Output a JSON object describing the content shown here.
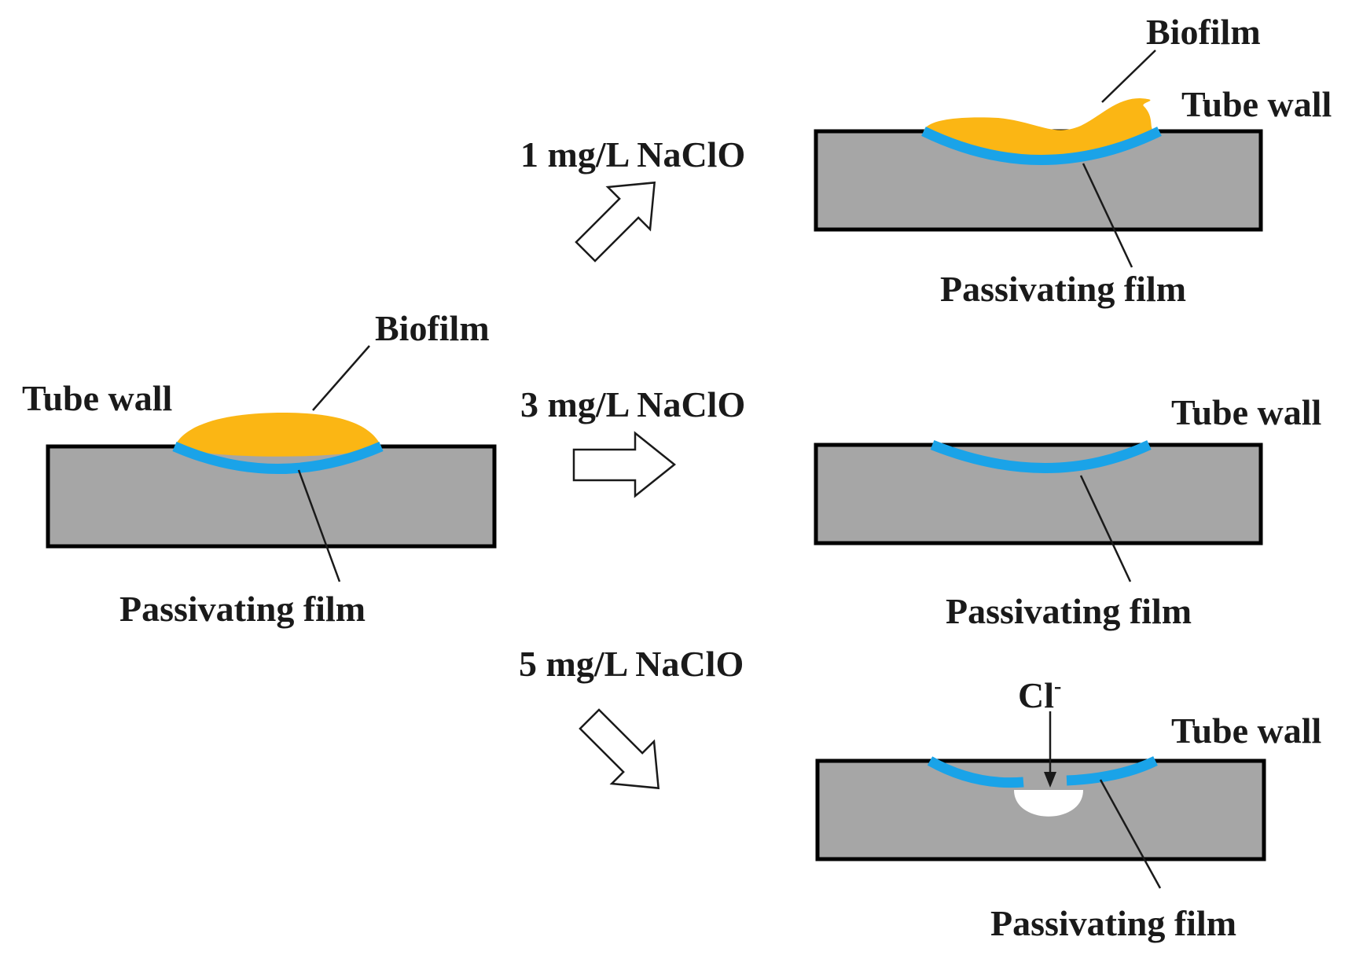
{
  "colors": {
    "tube_wall": "#a6a6a6",
    "biofilm": "#fbb614",
    "passivating_film": "#1aa3e8",
    "outline": "#000000"
  },
  "initial": {
    "tube_wall_label": "Tube wall",
    "biofilm_label": "Biofilm",
    "passivating_film_label": "Passivating film"
  },
  "conditions": [
    {
      "concentration_label": "1 mg/L NaClO",
      "biofilm_label": "Biofilm",
      "tube_wall_label": "Tube wall",
      "passivating_film_label": "Passivating film"
    },
    {
      "concentration_label": "3 mg/L NaClO",
      "tube_wall_label": "Tube wall",
      "passivating_film_label": "Passivating film"
    },
    {
      "concentration_label": "5 mg/L NaClO",
      "ion_label": "Cl",
      "ion_charge": "-",
      "tube_wall_label": "Tube wall",
      "passivating_film_label": "Passivating film"
    }
  ]
}
